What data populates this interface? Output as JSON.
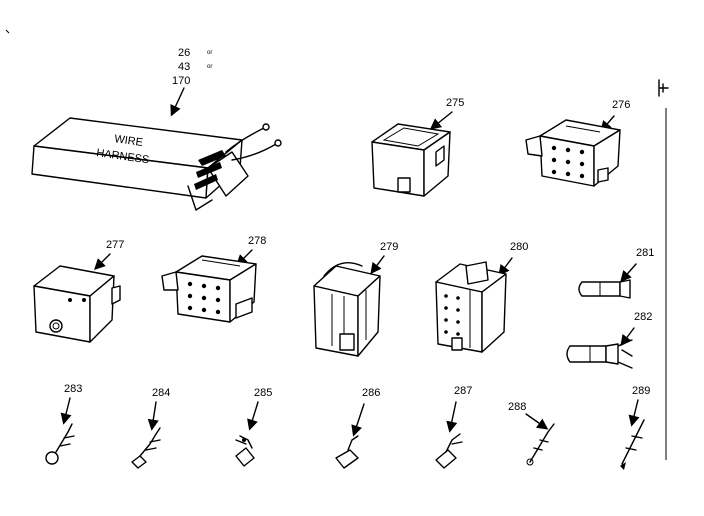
{
  "harness": {
    "numbers": [
      "26",
      "43",
      "170"
    ],
    "or_text": "or",
    "box_text_line1": "WIRE",
    "box_text_line2": "HARNESS"
  },
  "parts": {
    "p275": "275",
    "p276": "276",
    "p277": "277",
    "p278": "278",
    "p279": "279",
    "p280": "280",
    "p281": "281",
    "p282": "282",
    "p283": "283",
    "p284": "284",
    "p285": "285",
    "p286": "286",
    "p287": "287",
    "p288": "288",
    "p289": "289"
  }
}
